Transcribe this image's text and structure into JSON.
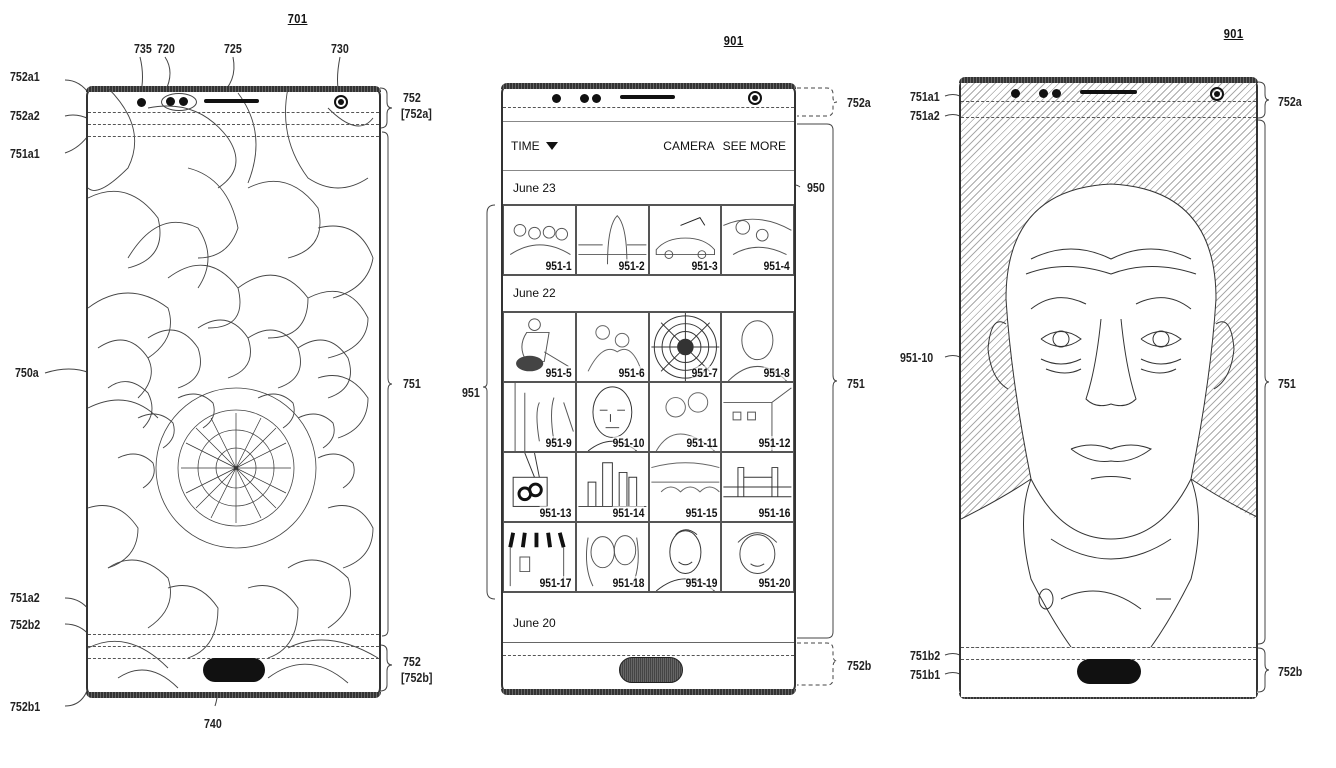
{
  "figures": [
    {
      "id": "fig-701",
      "label": "701",
      "refs": {
        "r735": "735",
        "r720": "720",
        "r725": "725",
        "r730": "730",
        "r752a1": "752a1",
        "r752a2": "752a2",
        "r751a1": "751a1",
        "r750a": "750a",
        "r751a2": "751a2",
        "r752b2": "752b2",
        "r752b1": "752b1",
        "r740": "740",
        "r752top": "752",
        "r752atop": "[752a]",
        "r751": "751",
        "r752bot": "752",
        "r752bbot": "[752b]"
      },
      "screen_content": "flower-line-drawing"
    },
    {
      "id": "fig-901-gallery",
      "label": "901",
      "refs": {
        "r752a": "752a",
        "r950": "950",
        "r951": "951",
        "r751": "751",
        "r752b": "752b"
      },
      "gallery": {
        "sort_label": "TIME",
        "sort_icon": "triangle-down-icon",
        "actions": [
          "CAMERA",
          "SEE MORE"
        ],
        "sections": [
          {
            "date": "June 23",
            "items": [
              "951-1",
              "951-2",
              "951-3",
              "951-4"
            ]
          },
          {
            "date": "June 22",
            "items": [
              "951-5",
              "951-6",
              "951-7",
              "951-8",
              "951-9",
              "951-10",
              "951-11",
              "951-12",
              "951-13",
              "951-14",
              "951-15",
              "951-16",
              "951-17",
              "951-18",
              "951-19",
              "951-20"
            ]
          },
          {
            "date": "June 20",
            "items": []
          }
        ]
      }
    },
    {
      "id": "fig-901-fullscreen",
      "label": "901",
      "refs": {
        "r751a1": "751a1",
        "r751a2": "751a2",
        "r752a": "752a",
        "r95110": "951-10",
        "r751": "751",
        "r751b2": "751b2",
        "r751b1": "751b1",
        "r752b": "752b"
      },
      "screen_content": "portrait-line-drawing"
    }
  ],
  "colors": {
    "ink": "#111111",
    "hatch": "#aaaaaa",
    "paper": "#ffffff"
  }
}
